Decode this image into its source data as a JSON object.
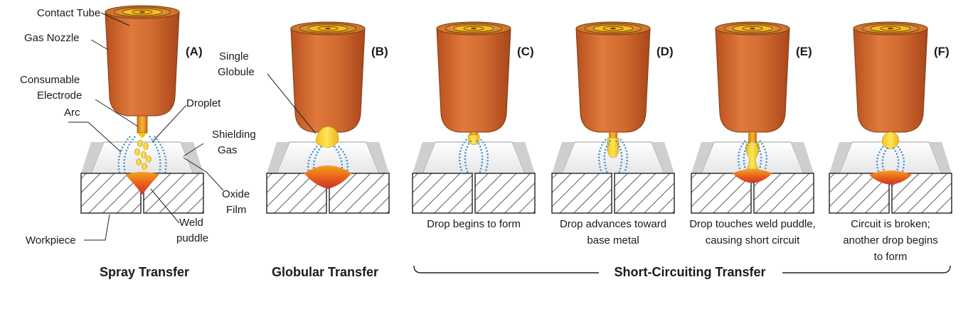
{
  "labels": {
    "contact_tube": "Contact Tube",
    "gas_nozzle": "Gas Nozzle",
    "consumable_electrode_1": "Consumable",
    "consumable_electrode_2": "Electrode",
    "arc": "Arc",
    "droplet": "Droplet",
    "shielding_gas_1": "Shielding",
    "shielding_gas_2": "Gas",
    "oxide_film_1": "Oxide",
    "oxide_film_2": "Film",
    "workpiece": "Workpiece",
    "weld_puddle_1": "Weld",
    "weld_puddle_2": "puddle",
    "single_globule_1": "Single",
    "single_globule_2": "Globule"
  },
  "panels": [
    {
      "letter": "(A)"
    },
    {
      "letter": "(B)"
    },
    {
      "letter": "(C)",
      "caption": [
        "Drop begins to form"
      ]
    },
    {
      "letter": "(D)",
      "caption": [
        "Drop advances toward",
        "base metal"
      ]
    },
    {
      "letter": "(E)",
      "caption": [
        "Drop touches weld puddle,",
        "causing short circuit"
      ]
    },
    {
      "letter": "(F)",
      "caption": [
        "Circuit is broken;",
        "another drop begins",
        "to form"
      ]
    }
  ],
  "titles": {
    "spray": "Spray Transfer",
    "globular": "Globular Transfer",
    "short_circuiting": "Short-Circuiting Transfer"
  },
  "colors": {
    "nozzle": "#c8622e",
    "contact_tube": "#f2c21a",
    "weld_puddle": "#e8531f",
    "droplet": "#f5d21c",
    "shielding_gas": "#3a8fd6"
  }
}
